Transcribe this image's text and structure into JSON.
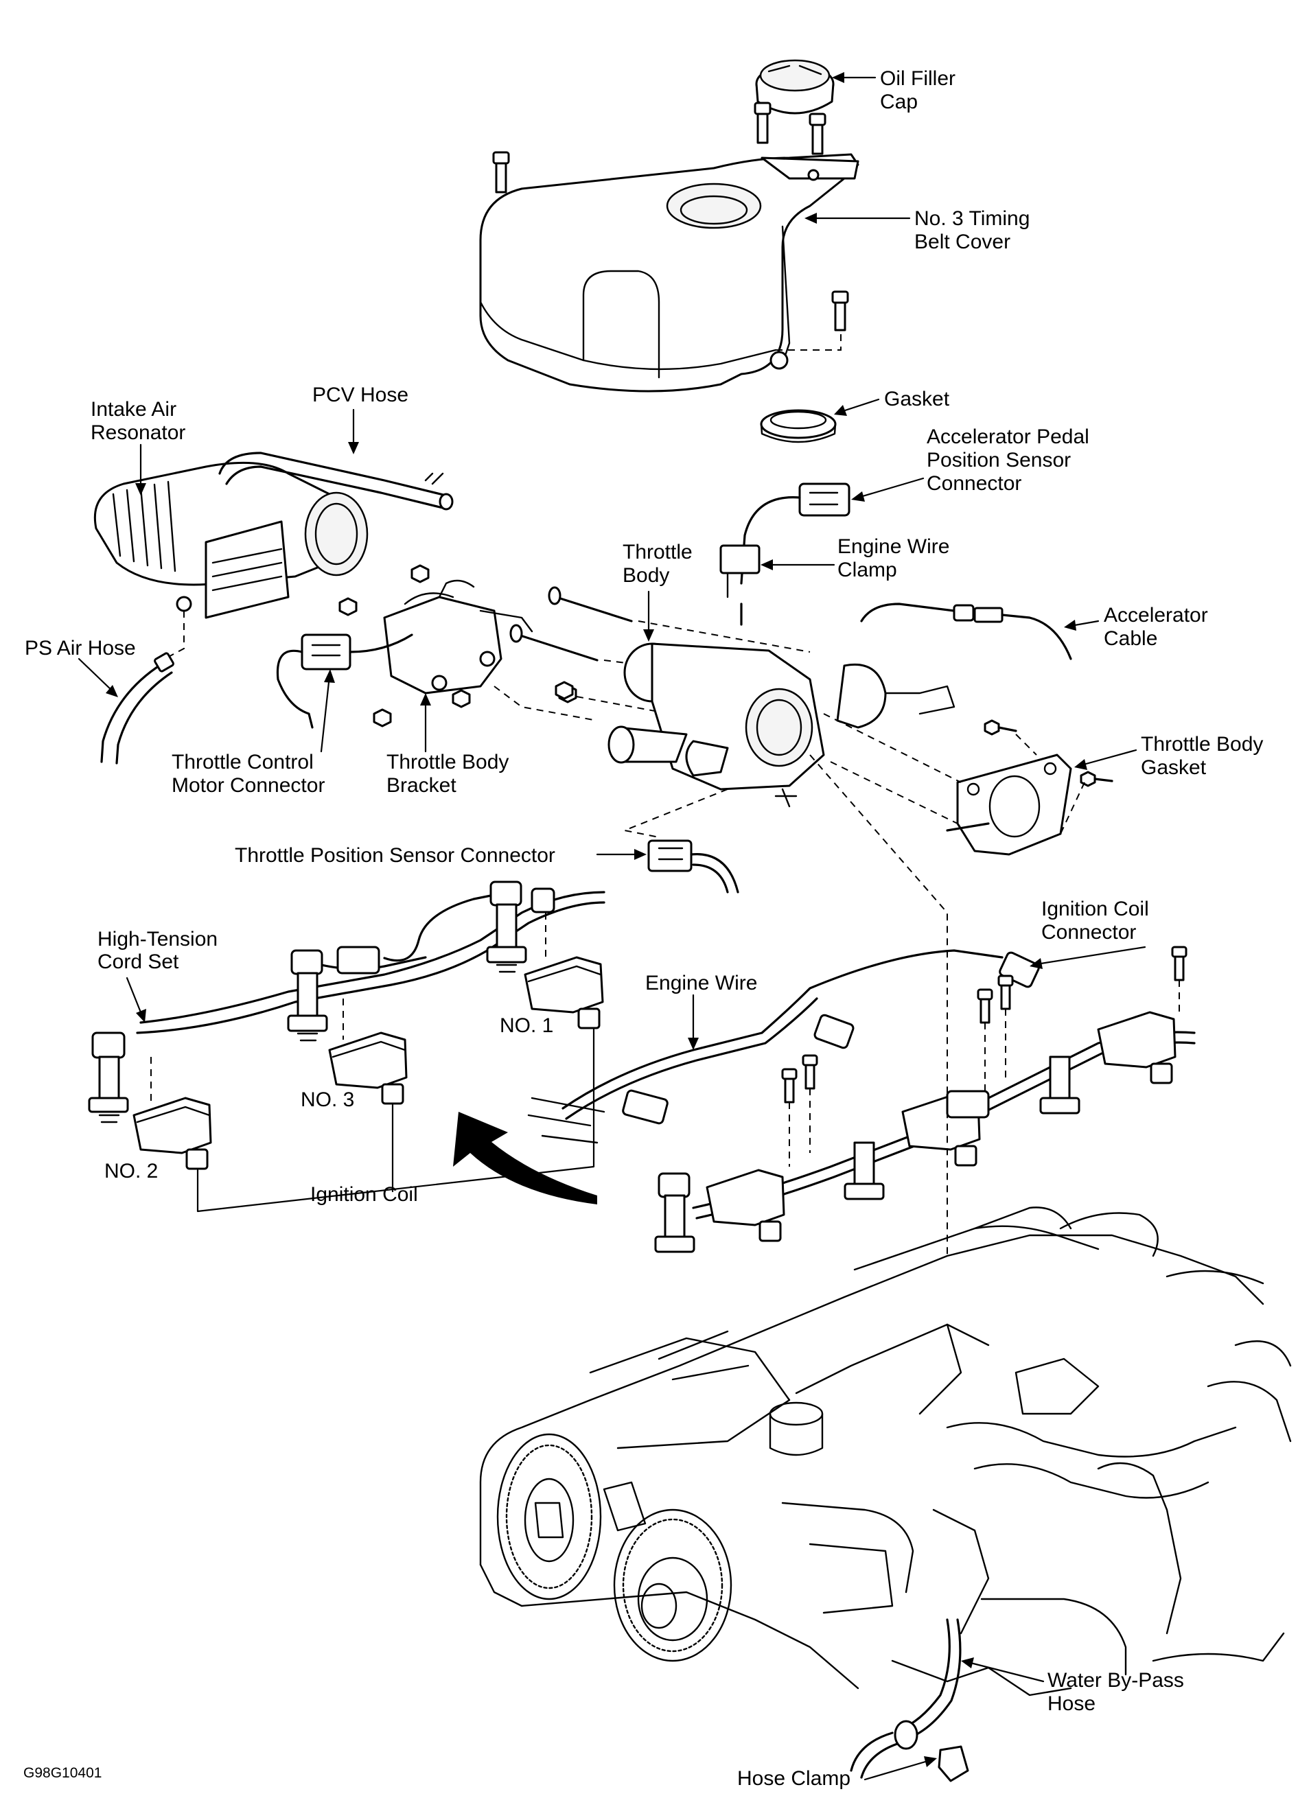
{
  "figure": {
    "code": "G98G10401"
  },
  "labels": {
    "oil_filler_cap": [
      "Oil Filler",
      "Cap"
    ],
    "timing_belt_cover": [
      "No. 3 Timing",
      "Belt Cover"
    ],
    "gasket": [
      "Gasket"
    ],
    "pcv_hose": [
      "PCV Hose"
    ],
    "intake_air_resonator": [
      "Intake Air",
      "Resonator"
    ],
    "accel_pedal_sensor_connector": [
      "Accelerator Pedal",
      "Position Sensor",
      "Connector"
    ],
    "throttle_body": [
      "Throttle",
      "Body"
    ],
    "engine_wire_clamp": [
      "Engine Wire",
      "Clamp"
    ],
    "accelerator_cable": [
      "Accelerator",
      "Cable"
    ],
    "ps_air_hose": [
      "PS Air Hose"
    ],
    "throttle_control_motor_connector": [
      "Throttle Control",
      "Motor Connector"
    ],
    "throttle_body_bracket": [
      "Throttle Body",
      "Bracket"
    ],
    "throttle_body_gasket": [
      "Throttle Body",
      "Gasket"
    ],
    "throttle_position_sensor_connector": [
      "Throttle Position Sensor Connector"
    ],
    "ignition_coil_connector": [
      "Ignition Coil",
      "Connector"
    ],
    "high_tension_cord_set": [
      "High-Tension",
      "Cord Set"
    ],
    "engine_wire": [
      "Engine Wire"
    ],
    "no_1": [
      "NO. 1"
    ],
    "no_3": [
      "NO. 3"
    ],
    "no_2": [
      "NO. 2"
    ],
    "ignition_coil": [
      "Ignition Coil"
    ],
    "water_bypass_hose": [
      "Water By-Pass",
      "Hose"
    ],
    "hose_clamp": [
      "Hose Clamp"
    ]
  }
}
